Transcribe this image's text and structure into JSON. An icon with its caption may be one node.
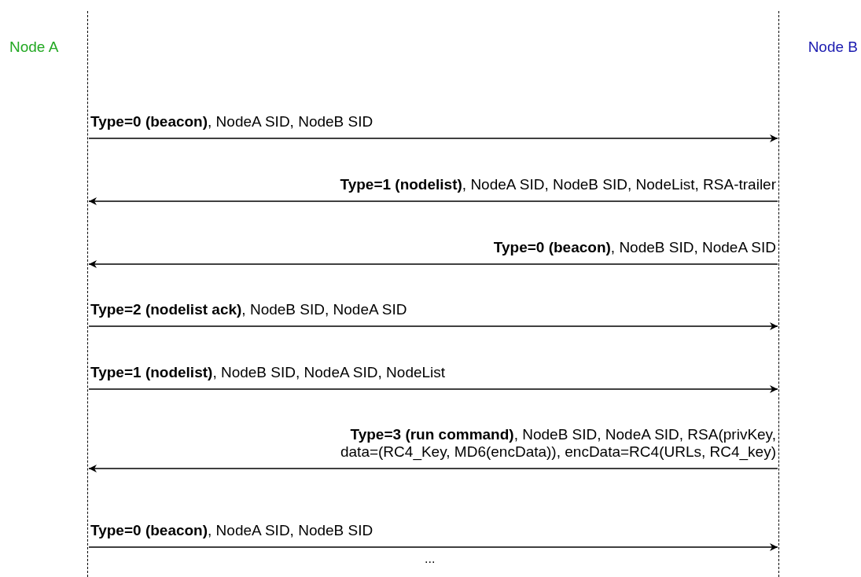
{
  "diagram": {
    "nodes": [
      {
        "text": [
          "Node A"
        ]
      },
      {
        "text": [
          "Node B"
        ]
      }
    ],
    "edges": [
      {
        "from": 0,
        "to": 1,
        "arrow": "to",
        "label": "**Type=0 (beacon)**, NodeA SID, NodeB SID"
      },
      {
        "from": 1,
        "to": 0,
        "arrow": "to",
        "label": "**Type=1 (nodelist)**, NodeA SID, NodeB SID, NodeList, RSA-trailer"
      },
      {
        "from": 1,
        "to": 0,
        "arrow": "to",
        "label": "**Type=0 (beacon)**, NodeB SID, NodeA SID"
      },
      {
        "from": 0,
        "to": 1,
        "arrow": "to",
        "label": "**Type=2 (nodelist ack)**, NodeB SID, NodeA SID"
      },
      {
        "from": 0,
        "to": 1,
        "arrow": "to",
        "label": "**Type=1 (nodelist)**, NodeB SID, NodeA SID, NodeList"
      },
      {
        "from": 1,
        "to": 0,
        "arrow": "to",
        "label": "**Type=3 (run command)**, NodeB SID, NodeA SID, RSA(privKey, data=(RC4_Key, MD6(encData)), encData=RC4(URLs, RC4_key)"
      },
      {
        "from": 0,
        "to": 1,
        "arrow": "to",
        "label": "**Type=0 (beacon)**, NodeA SID, NodeB SID"
      }
    ],
    "labels": [
      "..."
    ]
  }
}
